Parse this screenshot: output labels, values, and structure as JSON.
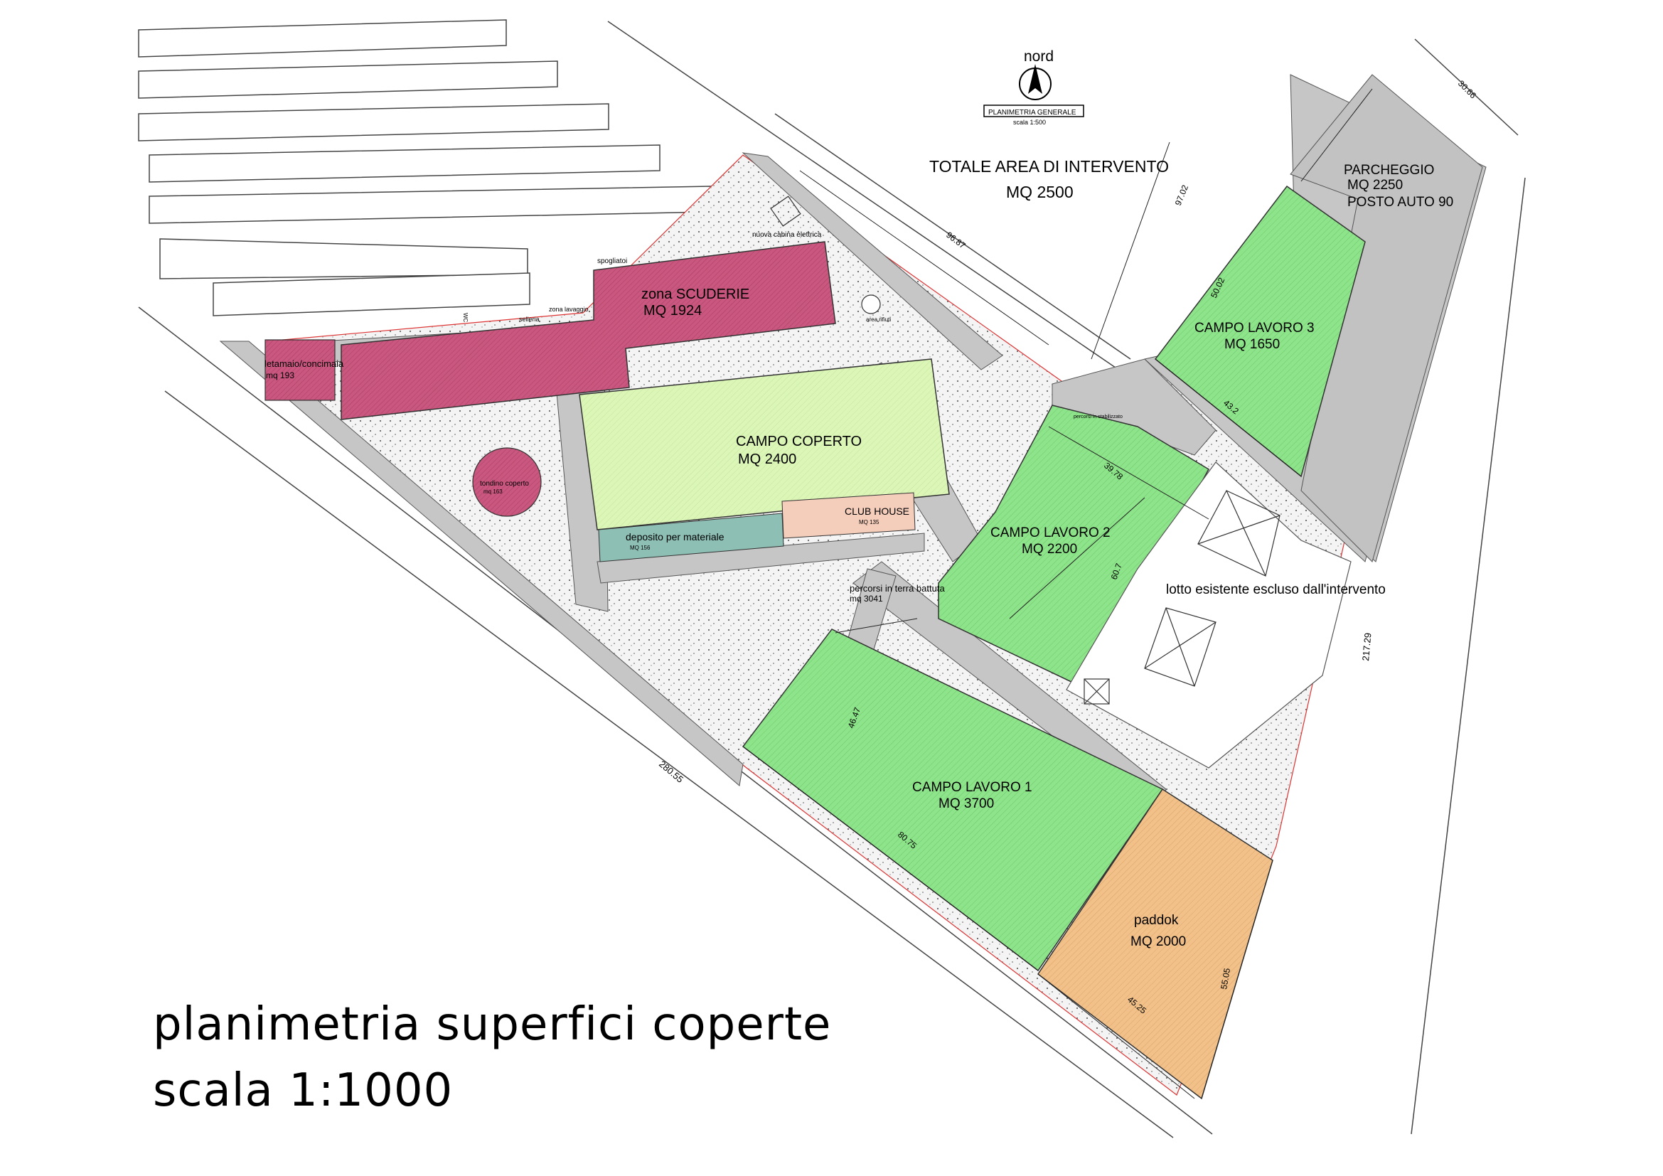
{
  "north": {
    "label": "nord",
    "caption": "PLANIMETRIA GENERALE",
    "scale": "scala 1:500"
  },
  "totale": {
    "line1": "TOTALE AREA DI INTERVENTO",
    "line2": "MQ 2500"
  },
  "parcheggio": {
    "line1": "PARCHEGGIO",
    "line2": "MQ 2250",
    "line3": "POSTO AUTO 90"
  },
  "scuderie": {
    "line1": "zona SCUDERIE",
    "line2": "MQ 1924"
  },
  "letamaio": {
    "line1": "letamaio/concimaia",
    "line2": "mq 193"
  },
  "campo_coperto": {
    "line1": "CAMPO COPERTO",
    "line2": "MQ 2400"
  },
  "club_house": {
    "line1": "CLUB HOUSE",
    "line2": "MQ 135"
  },
  "deposito": {
    "line1": "deposito per materiale",
    "line2": "MQ 156"
  },
  "tondino": {
    "line1": "tondino coperto",
    "line2": "mq 163"
  },
  "campo3": {
    "line1": "CAMPO LAVORO 3",
    "line2": "MQ 1650"
  },
  "campo2": {
    "line1": "CAMPO LAVORO 2",
    "line2": "MQ 2200"
  },
  "campo1": {
    "line1": "CAMPO LAVORO 1",
    "line2": "MQ 3700"
  },
  "paddok": {
    "line1": "paddok",
    "line2": "MQ 2000"
  },
  "percorsi": {
    "line1": "percorsi in terra battuta",
    "line2": "mq 3041"
  },
  "lotto": "lotto esistente escluso dall'intervento",
  "small_labels": {
    "cabina": "nuova cabina elettrica",
    "spogliatoi": "spogliatoi",
    "zona_lavaggio": "zona lavaggio",
    "selleria": "selleria",
    "area_rifiuti": "area rifiuti",
    "wc": "WC",
    "percorsi_stabilizzato": "percorsi in stabilizzato"
  },
  "dimensions": {
    "d3066": "30.66",
    "d9702": "97.02",
    "d9687": "96.87",
    "d5002": "50.02",
    "d432": "43.2",
    "d3978": "39.78",
    "d607": "60.7",
    "d4647": "46.47",
    "d8075": "80.75",
    "d28055": "280.55",
    "d21729": "217.29",
    "d4525": "45.25",
    "d5505": "55.05"
  },
  "title": {
    "line1": "planimetria superfici coperte",
    "line2": "scala 1:1000"
  },
  "colors": {
    "green": "#8ee48a",
    "light_green": "#d9f5b4",
    "magenta": "#c9577f",
    "orange": "#f2c189",
    "teal": "#8cbdb2",
    "salmon": "#f7d0bf",
    "road": "#c8c8c8",
    "gravel": "#efefef"
  }
}
